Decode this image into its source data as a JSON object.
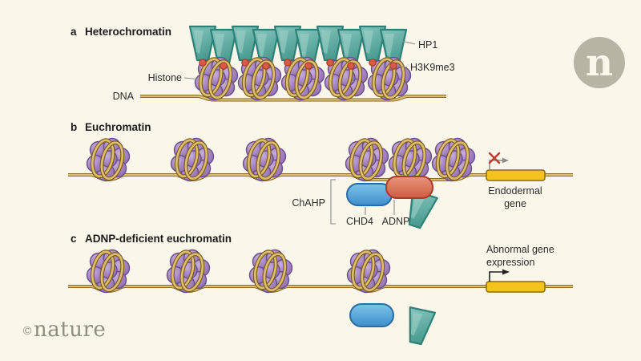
{
  "panels": {
    "a": {
      "letter": "a",
      "title": "Heterochromatin"
    },
    "b": {
      "letter": "b",
      "title": "Euchromatin"
    },
    "c": {
      "letter": "c",
      "title": "ADNP-deficient euchromatin"
    }
  },
  "labels": {
    "hp1": "HP1",
    "h3k9me3": "H3K9me3",
    "histone": "Histone",
    "dna": "DNA",
    "chahp": "ChAHP",
    "chd4": "CHD4",
    "adnp": "ADNP",
    "endodermal_line1": "Endodermal",
    "endodermal_line2": "gene",
    "abnormal_line1": "Abnormal gene",
    "abnormal_line2": "expression"
  },
  "logos": {
    "corner_letter": "n",
    "copyright": "©",
    "brand": "nature"
  },
  "colors": {
    "background": "#FAF6E9",
    "dna_gold": "#DCBE6E",
    "dna_outline": "#7E5E20",
    "histone_purple": "#A685C4",
    "hp1_teal": "#5FAEA4",
    "h3k9me3_red": "#D85B45",
    "chd4_blue": "#4A9FD8",
    "adnp_red": "#CE5B42",
    "gene_yellow": "#F2C41D",
    "blocked_x_red": "#C23B2A",
    "logo_gray": "#B7B4A4",
    "brand_gray": "#8D8D82"
  }
}
